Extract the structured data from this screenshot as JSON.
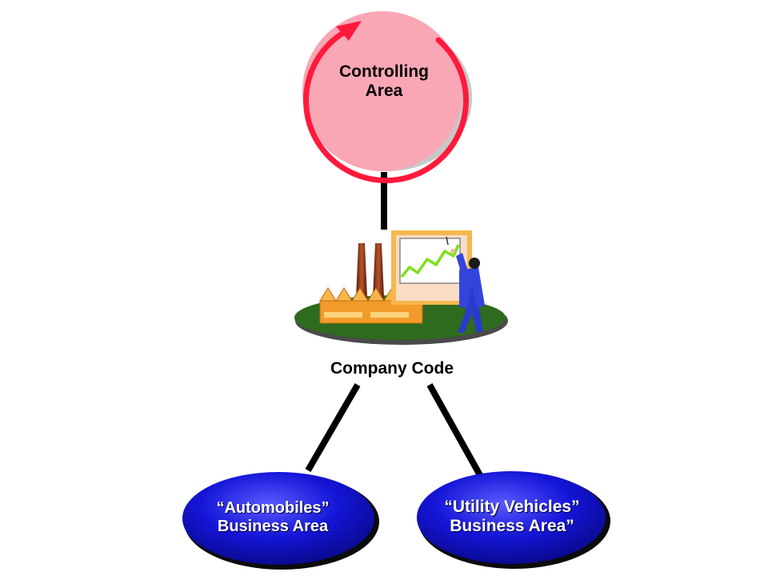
{
  "controlling_area": {
    "line1": "Controlling",
    "line2": "Area"
  },
  "company_code": {
    "label": "Company Code"
  },
  "business_areas": [
    {
      "line1": "“Automobiles”",
      "line2": "Business Area"
    },
    {
      "line1": "“Utility Vehicles”",
      "line2": "Business Area”"
    }
  ],
  "colors": {
    "controlling_fill": "#f9a6b5",
    "controlling_ring": "#ff1a3c",
    "business_area_fill": "#1010cc",
    "platform_green": "#2e6b1e",
    "factory_orange": "#f29b2a",
    "person_blue": "#2233cc",
    "chart_line": "#7fe01a"
  }
}
